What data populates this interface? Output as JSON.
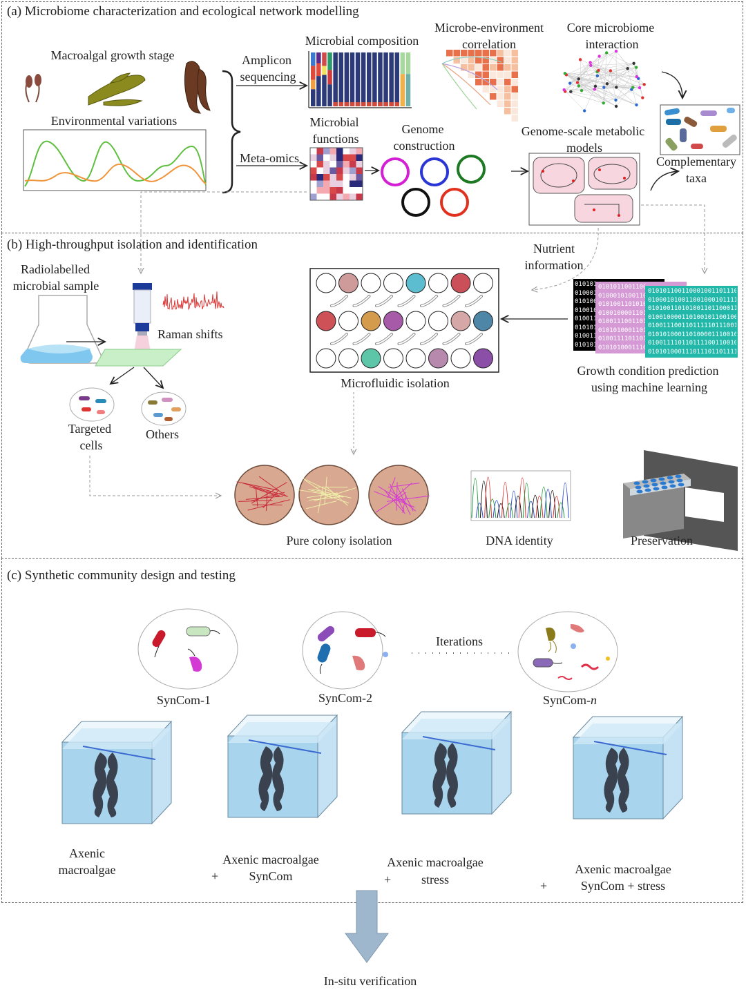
{
  "panels": {
    "a": {
      "title": "(a) Microbiome characterization and ecological network modelling",
      "growth_stage": "Macroalgal growth stage",
      "env_variations": "Environmental variations",
      "amplicon_1": "Amplicon",
      "amplicon_2": "sequencing",
      "composition": "Microbial composition",
      "meta_omics": "Meta-omics",
      "functions_1": "Microbial",
      "functions_2": "functions",
      "genome_1": "Genome",
      "genome_2": "construction",
      "correlation_1": "Microbe-environment",
      "correlation_2": "correlation",
      "core_1": "Core microbiome",
      "core_2": "interaction",
      "gsm_1": "Genome-scale metabolic",
      "gsm_2": "models",
      "comp_1": "Complementary",
      "comp_2": "taxa"
    },
    "b": {
      "title": "(b) High-throughput isolation and identification",
      "radio_1": "Radiolabelled",
      "radio_2": "microbial sample",
      "raman": "Raman shifts",
      "targeted_1": "Targeted",
      "targeted_2": "cells",
      "others": "Others",
      "microfluidic": "Microfluidic isolation",
      "nutrient_1": "Nutrient",
      "nutrient_2": "information",
      "growth_1": "Growth condition prediction",
      "growth_2": "using machine learning",
      "binary_lines": [
        "0101011001100010011011100",
        "0100010100110010001011110",
        "0101001101010011011000110",
        "0100100001101001011001000",
        "0100111001101111101110010",
        "0101010001101000011100100",
        "0100111101101111001100101",
        "0101010001110111011011111"
      ],
      "pure_colony": "Pure colony isolation",
      "dna": "DNA identity",
      "preservation": "Preservation"
    },
    "c": {
      "title": "(c) Synthetic community design and testing",
      "iterations": "Iterations",
      "syncom1": "SynCom-1",
      "syncom2": "SynCom-2",
      "syncomn_prefix": "SynCom-",
      "syncomn_suffix": "n",
      "tank1_1": "Axenic",
      "tank1_2": "macroalgae",
      "tank2_1": "Axenic macroalgae",
      "tank2_2": "SynCom",
      "tank3_1": "Axenic macroalgae",
      "tank3_2": "stress",
      "tank4_1": "Axenic macroalgae",
      "tank4_2": "SynCom + stress",
      "plus": "+"
    }
  },
  "insitu": "In-situ verification",
  "colors": {
    "green": "#5fbf3f",
    "orange": "#f0943a",
    "navy": "#2c3a7a",
    "red": "#c8202a",
    "seaweed": "#6b5a1a",
    "tank": "#9ccbea",
    "arrow": "#9fb7cd"
  },
  "wells": {
    "row1": [
      "#ffffff",
      "#cf9a9a",
      "#ffffff",
      "#ffffff",
      "#5cbcd0",
      "#ffffff",
      "#cb4f58",
      "#ffffff"
    ],
    "row2": [
      "#cd5157",
      "#ffffff",
      "#d49b4c",
      "#a65aa8",
      "#ffffff",
      "#ffffff",
      "#d6a7a7",
      "#4e86a8"
    ],
    "row3": [
      "#ffffff",
      "#ffffff",
      "#5ec6a8",
      "#ffffff",
      "#ffffff",
      "#b789ad",
      "#ffffff",
      "#8c4fa8"
    ]
  },
  "genome_circles": [
    "#d41fd4",
    "#2a35d6",
    "#1e7a22",
    "#111111",
    "#e0311e"
  ]
}
